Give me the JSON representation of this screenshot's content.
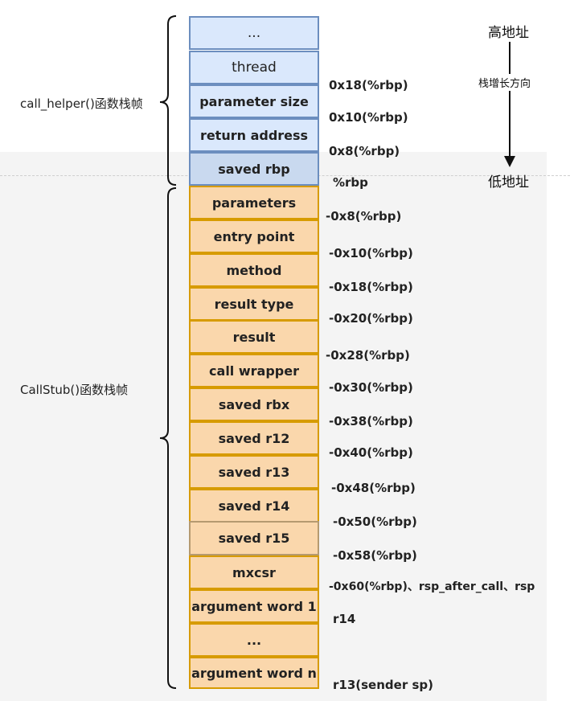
{
  "frames": {
    "call_helper": "call_helper()函数栈帧",
    "callstub": "CallStub()函数栈帧"
  },
  "address_labels": {
    "high": "高地址",
    "low": "低地址",
    "growth": "栈增长方向"
  },
  "cells": {
    "c0": "...",
    "c1": "thread",
    "c2": "parameter size",
    "c3": "return address",
    "c4": "saved rbp",
    "c5": "parameters",
    "c6": "entry point",
    "c7": "method",
    "c8": "result type",
    "c9": "result",
    "c10": "call wrapper",
    "c11": "saved rbx",
    "c12": "saved r12",
    "c13": "saved r13",
    "c14": "saved r14",
    "c15": "saved r15",
    "c16": "mxcsr",
    "c17": "argument word 1",
    "c18": "...",
    "c19": "argument word n"
  },
  "offsets": {
    "o1": "0x18(%rbp)",
    "o2": "0x10(%rbp)",
    "o3": "0x8(%rbp)",
    "o4": "%rbp",
    "o5": "-0x8(%rbp)",
    "o6": "-0x10(%rbp)",
    "o7": "-0x18(%rbp)",
    "o8": "-0x20(%rbp)",
    "o9": "-0x28(%rbp)",
    "o10": "-0x30(%rbp)",
    "o11": "-0x38(%rbp)",
    "o12": "-0x40(%rbp)",
    "o13": "-0x48(%rbp)",
    "o14": "-0x50(%rbp)",
    "o15": "-0x58(%rbp)",
    "o16": "-0x60(%rbp)、rsp_after_call、rsp",
    "o17": "r14",
    "o18": "r13(sender sp)"
  }
}
